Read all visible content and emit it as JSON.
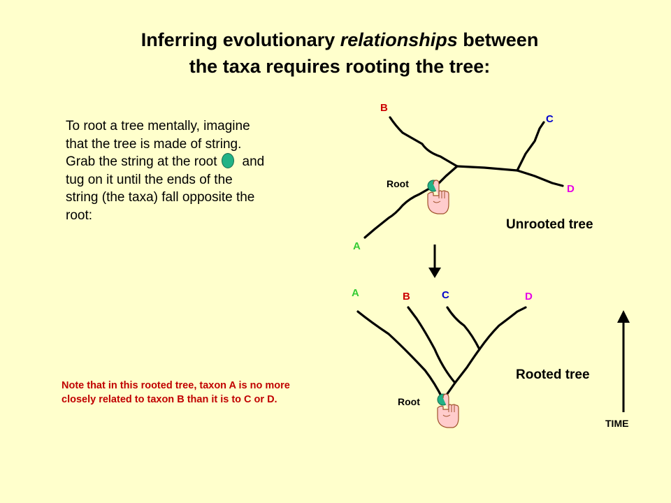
{
  "title": {
    "line1_prefix": "Inferring evolutionary ",
    "line1_emphasis": "relationships",
    "line1_suffix": " between",
    "line2": "the taxa requires rooting the tree:"
  },
  "instructions": {
    "part1": "To root a tree mentally, imagine that the tree is made of string.  Grab the string at the root",
    "part2": "and tug on it until the ends of the string (the taxa) fall opposite the root:"
  },
  "note": "Note that in this rooted tree, taxon A is no more closely related to taxon B than it is to C or D.",
  "unrooted": {
    "label": "Unrooted tree",
    "root_label": "Root",
    "taxa": {
      "A": "A",
      "B": "B",
      "C": "C",
      "D": "D"
    }
  },
  "rooted": {
    "label": "Rooted tree",
    "root_label": "Root",
    "taxa": {
      "A": "A",
      "B": "B",
      "C": "C",
      "D": "D"
    }
  },
  "time_label": "TIME",
  "colors": {
    "background": "#ffffcc",
    "taxon_A": "#33cc33",
    "taxon_B": "#cc0000",
    "taxon_C": "#0000cc",
    "taxon_D": "#e600e6",
    "note_text": "#c00000",
    "root_node": "#21b286",
    "hand_fill": "#ffcccc",
    "hand_outline": "#a0522d"
  },
  "icons": [
    "root-node-icon",
    "grabbing-hand-icon",
    "down-arrow-icon",
    "time-arrow-icon"
  ]
}
